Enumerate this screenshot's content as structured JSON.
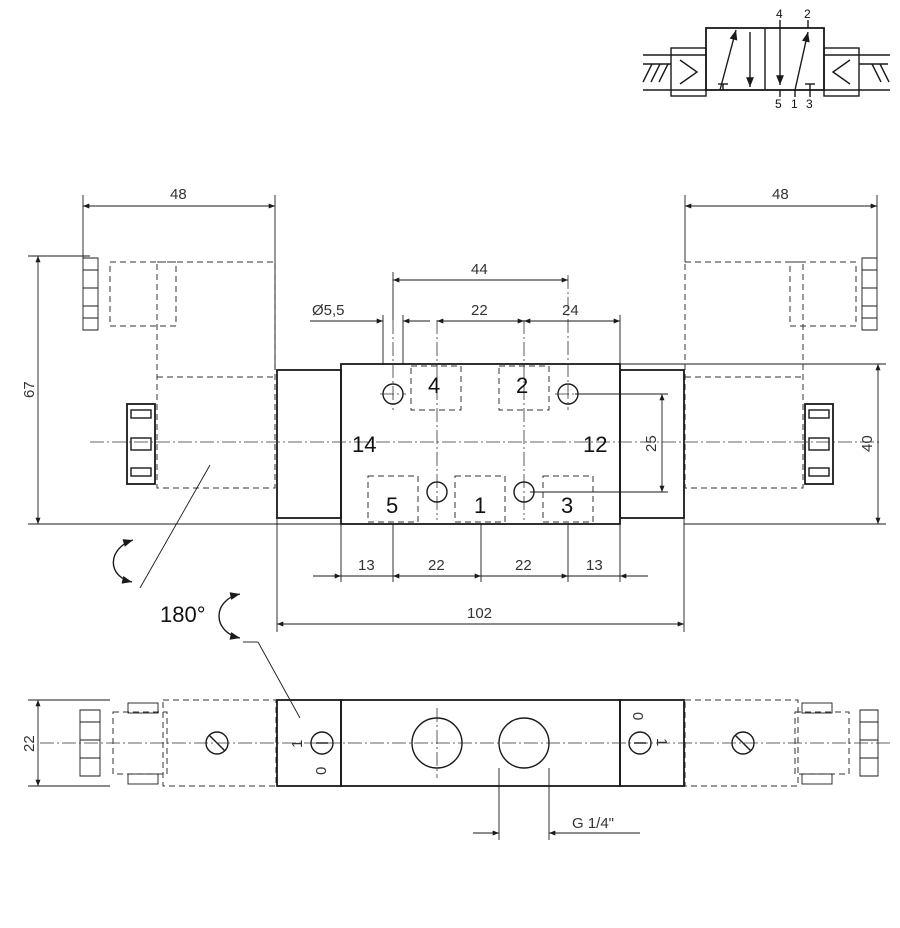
{
  "symbol": {
    "port_labels_top": [
      "4",
      "2"
    ],
    "port_labels_bottom": [
      "5",
      "1",
      "3"
    ]
  },
  "top_view": {
    "dim_coil_left": "48",
    "dim_coil_right": "48",
    "dim_overall_height": "67",
    "dim_body_height": "40",
    "dim_port_pitch_44": "44",
    "dim_hole": "Ø5,5",
    "dim_22_top": "22",
    "dim_24": "24",
    "dim_25": "25",
    "bottom_dims": [
      "13",
      "22",
      "22",
      "13"
    ],
    "dim_overall_length": "102",
    "ports": {
      "p4": "4",
      "p2": "2",
      "p5": "5",
      "p1": "1",
      "p3": "3"
    },
    "pilot_left": "14",
    "pilot_right": "12",
    "rotation_label": "180°"
  },
  "side_view": {
    "dim_height": "22",
    "thread": "G 1/4\"",
    "manual_override_left": [
      "1",
      "0"
    ],
    "manual_override_right": [
      "0",
      "1"
    ]
  }
}
